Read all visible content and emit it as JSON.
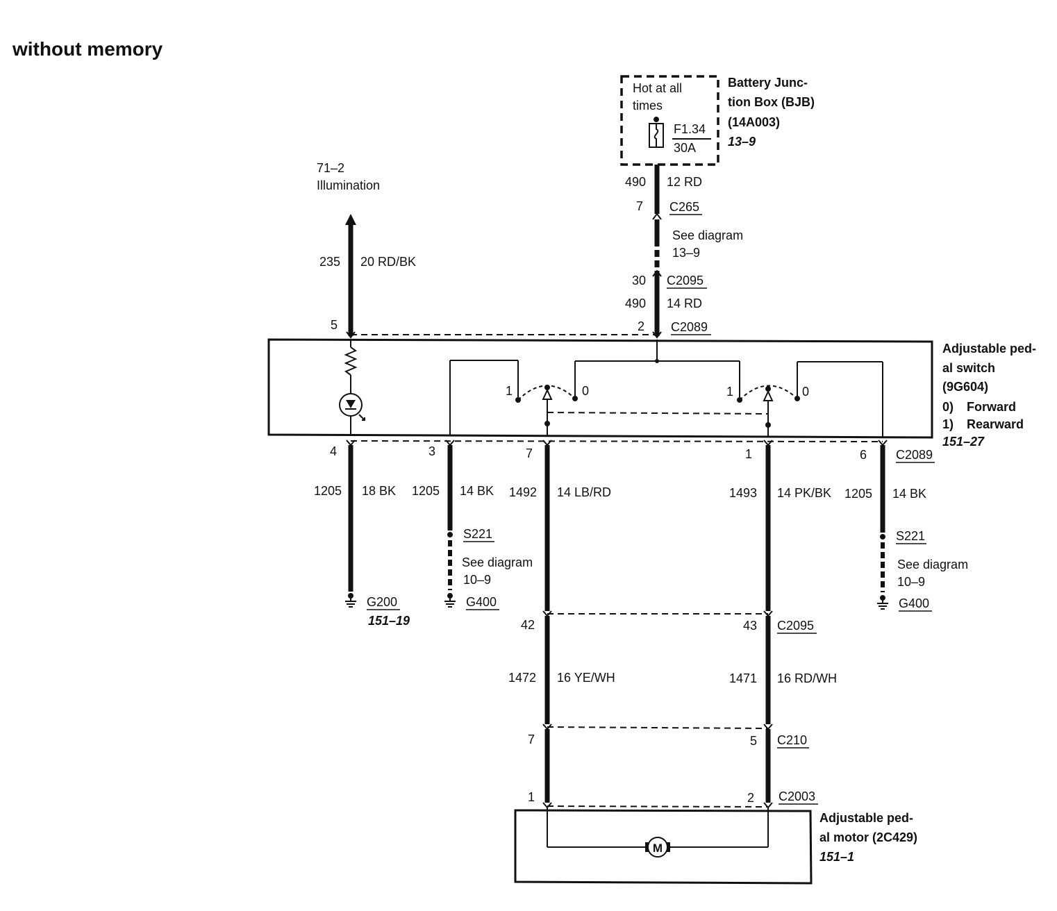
{
  "title": "without memory",
  "bjb": {
    "hot_label_1": "Hot at all",
    "hot_label_2": "times",
    "fuse_id": "F1.34",
    "fuse_rating": "30A",
    "name_1": "Battery Junc-",
    "name_2": "tion Box (BJB)",
    "part": "(14A003)",
    "ref": "13–9"
  },
  "supply": {
    "circuit_top": "490",
    "wire_top": "12 RD",
    "pin_c265": "7",
    "conn_c265": "C265",
    "see_1": "See diagram",
    "see_2": "13–9",
    "pin_c2095": "30",
    "conn_c2095": "C2095",
    "circuit_bottom": "490",
    "wire_bottom": "14 RD",
    "pin_c2089": "2",
    "conn_c2089": "C2089"
  },
  "illumination": {
    "ref": "71–2",
    "label": "Illumination",
    "circuit": "235",
    "wire": "20 RD/BK",
    "pin": "5"
  },
  "switch": {
    "name_1": "Adjustable ped-",
    "name_2": "al switch",
    "part": "(9G604)",
    "pos0_num": "0)",
    "pos0_label": "Forward",
    "pos1_num": "1)",
    "pos1_label": "Rearward",
    "ref": "151–27",
    "contact_1": "1",
    "contact_0": "0",
    "contact_1b": "1",
    "contact_0b": "0"
  },
  "bottom_wires": {
    "conn_c2089": "C2089",
    "w1": {
      "pin": "4",
      "circuit": "1205",
      "wire": "18 BK"
    },
    "w2": {
      "pin": "3",
      "circuit": "1205",
      "wire": "14 BK"
    },
    "w3": {
      "pin": "7",
      "circuit": "1492",
      "wire": "14 LB/RD"
    },
    "w4": {
      "pin": "1",
      "circuit": "1493",
      "wire": "14 PK/BK"
    },
    "w5": {
      "pin": "6",
      "circuit": "1205",
      "wire": "14 BK"
    }
  },
  "grounds": {
    "g200": "G200",
    "g200_ref": "151–19",
    "s221_left": "S221",
    "see_left_1": "See diagram",
    "see_left_2": "10–9",
    "g400_left": "G400",
    "s221_right": "S221",
    "see_right_1": "See diagram",
    "see_right_2": "10–9",
    "g400_right": "G400"
  },
  "motor_wires": {
    "pin_c2095_left": "42",
    "pin_c2095_right": "43",
    "conn_c2095": "C2095",
    "circuit_left": "1472",
    "wire_left": "16 YE/WH",
    "circuit_right": "1471",
    "wire_right": "16 RD/WH",
    "pin_c210_left": "7",
    "pin_c210_right": "5",
    "conn_c210": "C210",
    "pin_c2003_left": "1",
    "pin_c2003_right": "2",
    "conn_c2003": "C2003"
  },
  "motor": {
    "symbol": "M",
    "name_1": "Adjustable ped-",
    "name_2": "al motor (2C429)",
    "ref": "151–1"
  }
}
